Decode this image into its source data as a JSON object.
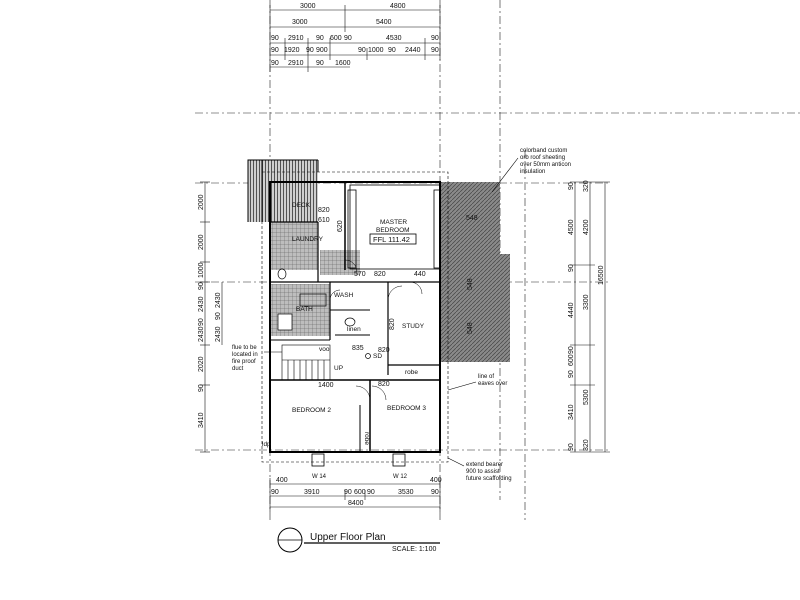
{
  "plan": {
    "title": "Upper Floor Plan",
    "scale": "SCALE: 1:100",
    "ffl": "FFL 111.42",
    "rooms": {
      "deck": "DECK",
      "laundry": "LAUNDRY",
      "master": "MASTER",
      "bedroom": "BEDROOM",
      "bath": "BATH",
      "wash": "WASH",
      "study": "STUDY",
      "linen": "linen",
      "robe": "robe",
      "voo": "voo",
      "sd": "SD",
      "up": "UP",
      "bedroom2": "BEDROOM 2",
      "bedroom3": "BEDROOM 3",
      "robe2": "robe",
      "dp": "ldp"
    },
    "notes": {
      "roof": [
        "colorband custom",
        "orb roof sheeting",
        "over 50mm anticon",
        "insulation"
      ],
      "flue": [
        "flue to be",
        "located in",
        "fire proof",
        "duct"
      ],
      "eaves": [
        "line of",
        "eaves over"
      ],
      "extend": [
        "extend bearer",
        "900 to assist",
        "future scaffolding"
      ]
    },
    "marks": {
      "w14": "W 14",
      "w12": "W 12"
    },
    "top_dims": {
      "row1": [
        "3000",
        "4800"
      ],
      "row2": [
        "3000",
        "5400"
      ],
      "row3": [
        "90",
        "2910",
        "90",
        "600",
        "90",
        "4530",
        "90"
      ],
      "row4": [
        "90",
        "1920",
        "90",
        "900",
        "90",
        "1000",
        "90",
        "2440",
        "90"
      ],
      "row5": [
        "90",
        "2910",
        "90",
        "1600"
      ]
    },
    "bottom_dims": {
      "row1": [
        "400",
        "400"
      ],
      "row2": [
        "90",
        "3910",
        "90",
        "600",
        "90",
        "3530",
        "90"
      ],
      "row3": [
        "8400"
      ]
    },
    "left_dims": {
      "outer": [
        "2000",
        "2000",
        "1000",
        "90",
        "2430",
        "90",
        "2430",
        "2020",
        "90",
        "3410"
      ],
      "inner": [
        "2430",
        "90",
        "2430"
      ]
    },
    "right_dims": {
      "col1": [
        "90",
        "4500",
        "90",
        "4440",
        "90",
        "600",
        "90",
        "3410",
        "90"
      ],
      "col2": [
        "320",
        "4200",
        "3300",
        "5300",
        "320"
      ],
      "col3": [
        "16500"
      ]
    },
    "inner_dims": [
      "570",
      "820",
      "440",
      "620",
      "820",
      "820",
      "610",
      "835",
      "820",
      "820",
      "548",
      "1400",
      "548",
      "548"
    ]
  }
}
